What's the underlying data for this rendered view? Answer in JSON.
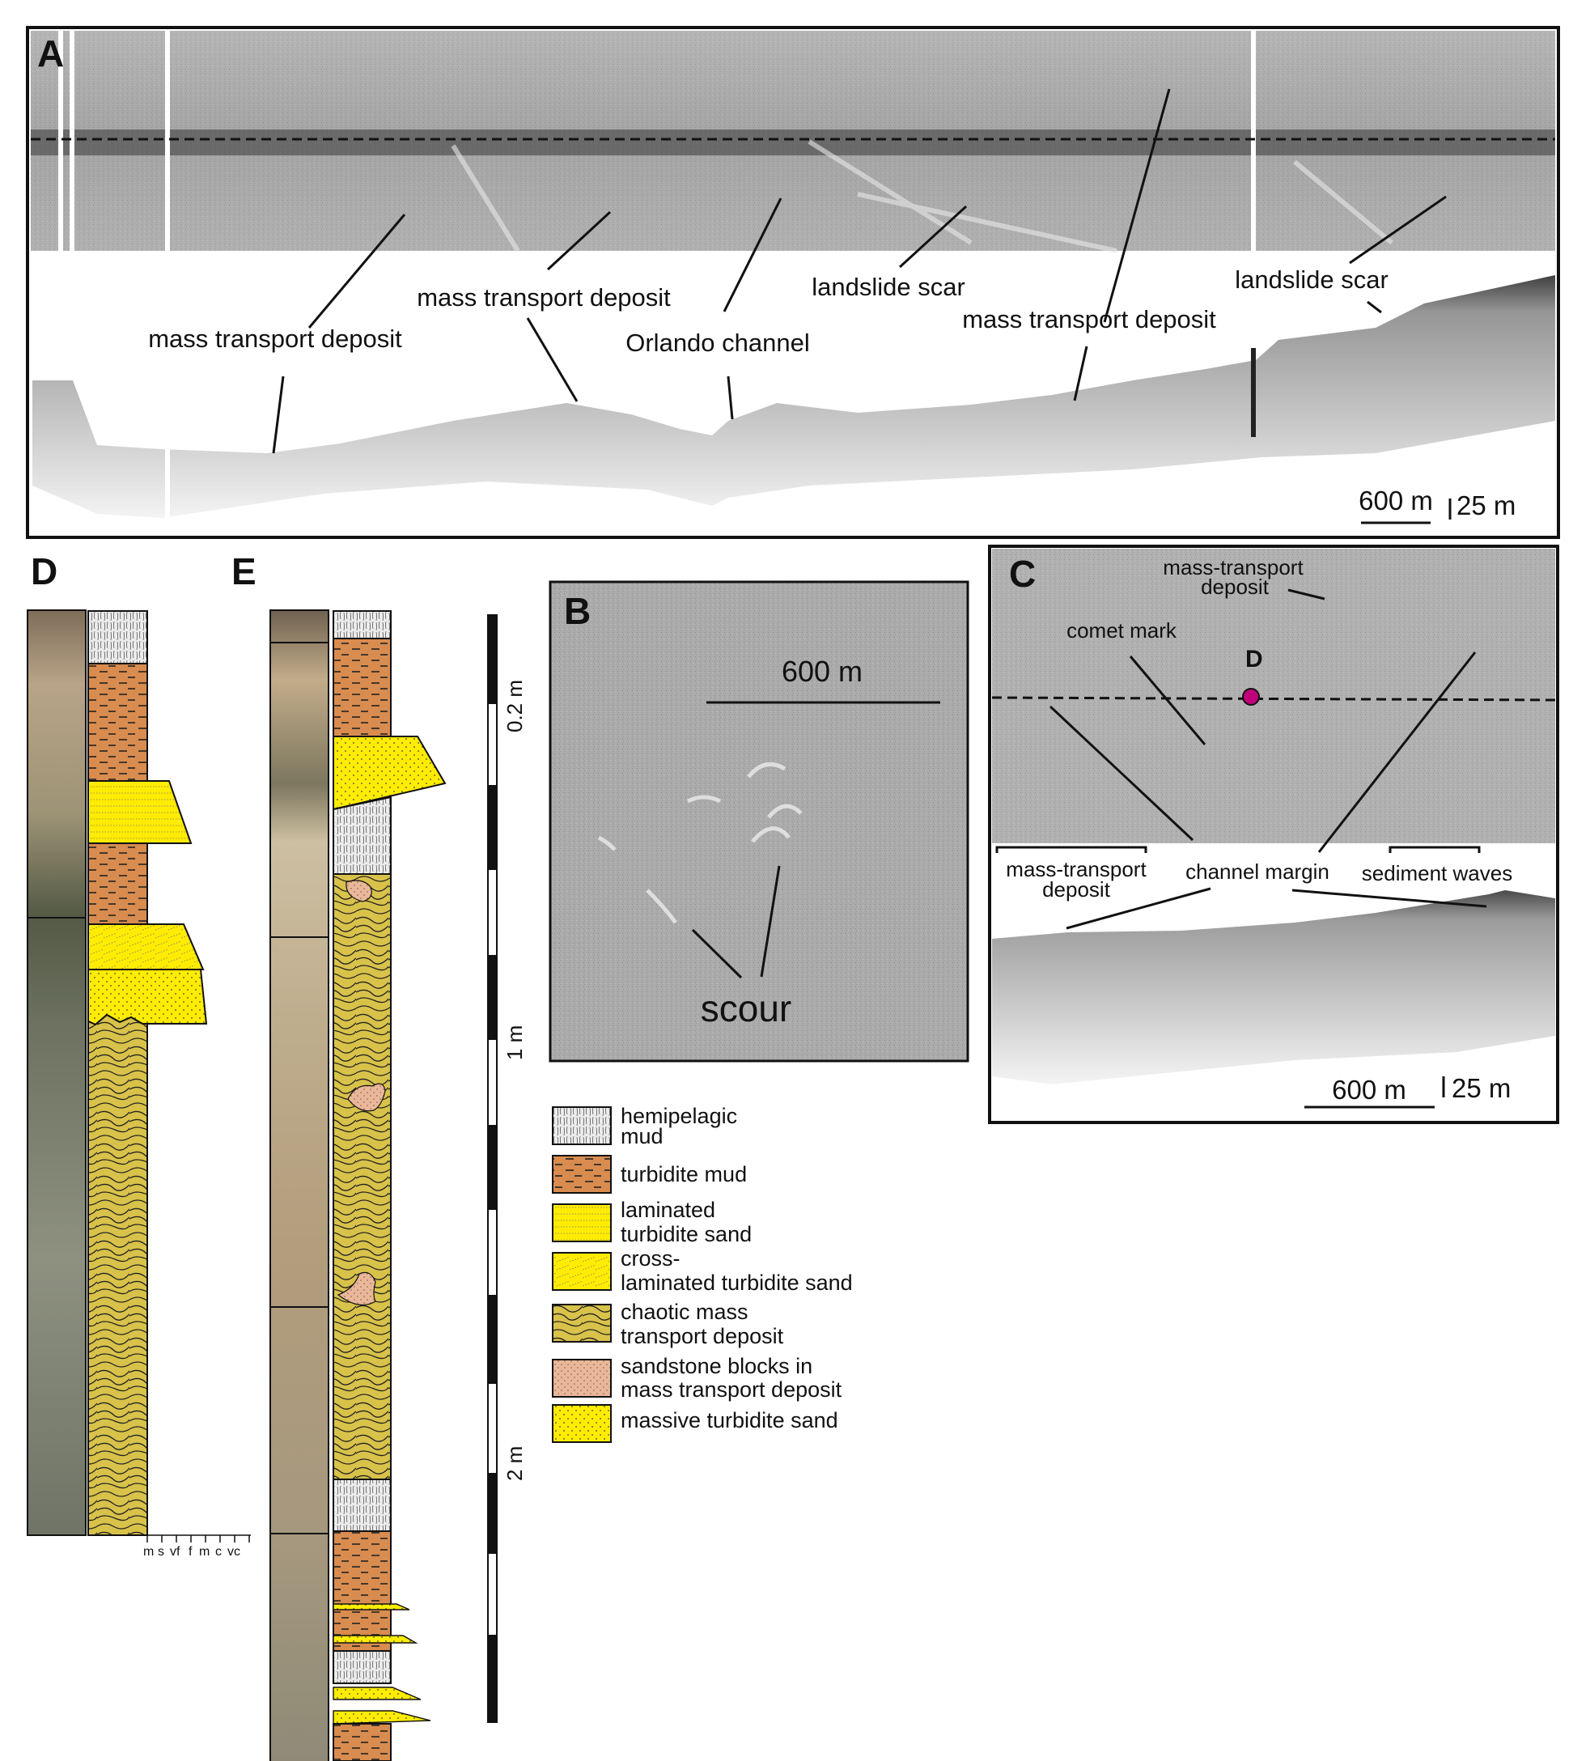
{
  "panels": {
    "A": {
      "letter": "A",
      "labels": {
        "mtd1": "mass transport deposit",
        "mtd2": "mass transport deposit",
        "orlando": "Orlando channel",
        "scar1": "landslide scar",
        "mtd3": "mass transport deposit",
        "scar2": "landslide scar"
      },
      "scale_h": "600 m",
      "scale_v": "25 m"
    },
    "B": {
      "letter": "B",
      "scale_h": "600 m",
      "scour": "scour"
    },
    "C": {
      "letter": "C",
      "mtd_top_1": "mass-transport",
      "mtd_top_2": "deposit",
      "comet": "comet mark",
      "core_marker": "D",
      "mtd_bottom_1": "mass-transport",
      "mtd_bottom_2": "deposit",
      "channel_margin": "channel margin",
      "sediment_waves": "sediment waves",
      "scale_h": "600 m",
      "scale_v": "25 m"
    },
    "D": {
      "letter": "D",
      "grain_axis": [
        "m",
        "s",
        "vf",
        "f",
        "m",
        "c",
        "vc"
      ]
    },
    "E": {
      "letter": "E"
    }
  },
  "depth_scale": {
    "labels": [
      "0.2 m",
      "1 m",
      "2 m"
    ]
  },
  "legend": [
    {
      "key": "hemipelagic",
      "line1": "hemipelagic",
      "line2": "mud"
    },
    {
      "key": "turbmud",
      "line1": "turbidite mud",
      "line2": ""
    },
    {
      "key": "laminated",
      "line1": "laminated",
      "line2": "turbidite sand"
    },
    {
      "key": "crosslam",
      "line1": "cross-",
      "line2": "laminated turbidite sand"
    },
    {
      "key": "chaotic",
      "line1": "chaotic mass",
      "line2": "transport deposit"
    },
    {
      "key": "blocks",
      "line1": "sandstone blocks in",
      "line2": "mass transport deposit"
    },
    {
      "key": "massive",
      "line1": "massive turbidite sand",
      "line2": ""
    }
  ],
  "colors": {
    "turbidite_mud": "#d98c4f",
    "turbidite_sand": "#ffec00",
    "chaotic_fill": "#d8c24a",
    "sandstone_block": "#e9b79a",
    "hemipelagic": "#e6e6e6",
    "core_marker": "#c0007a"
  }
}
